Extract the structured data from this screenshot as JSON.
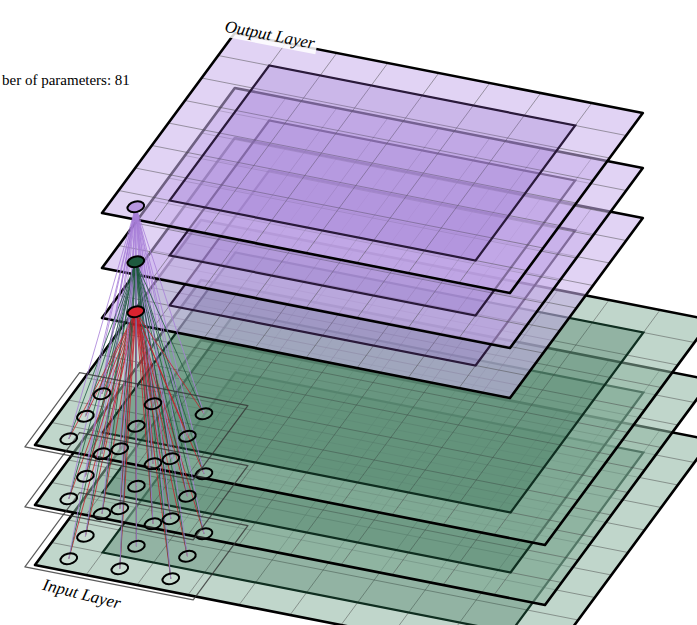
{
  "diagram": {
    "labels": [
      "ber of parameters: 81",
      "Output Layer",
      "Input Layer"
    ]
  }
}
